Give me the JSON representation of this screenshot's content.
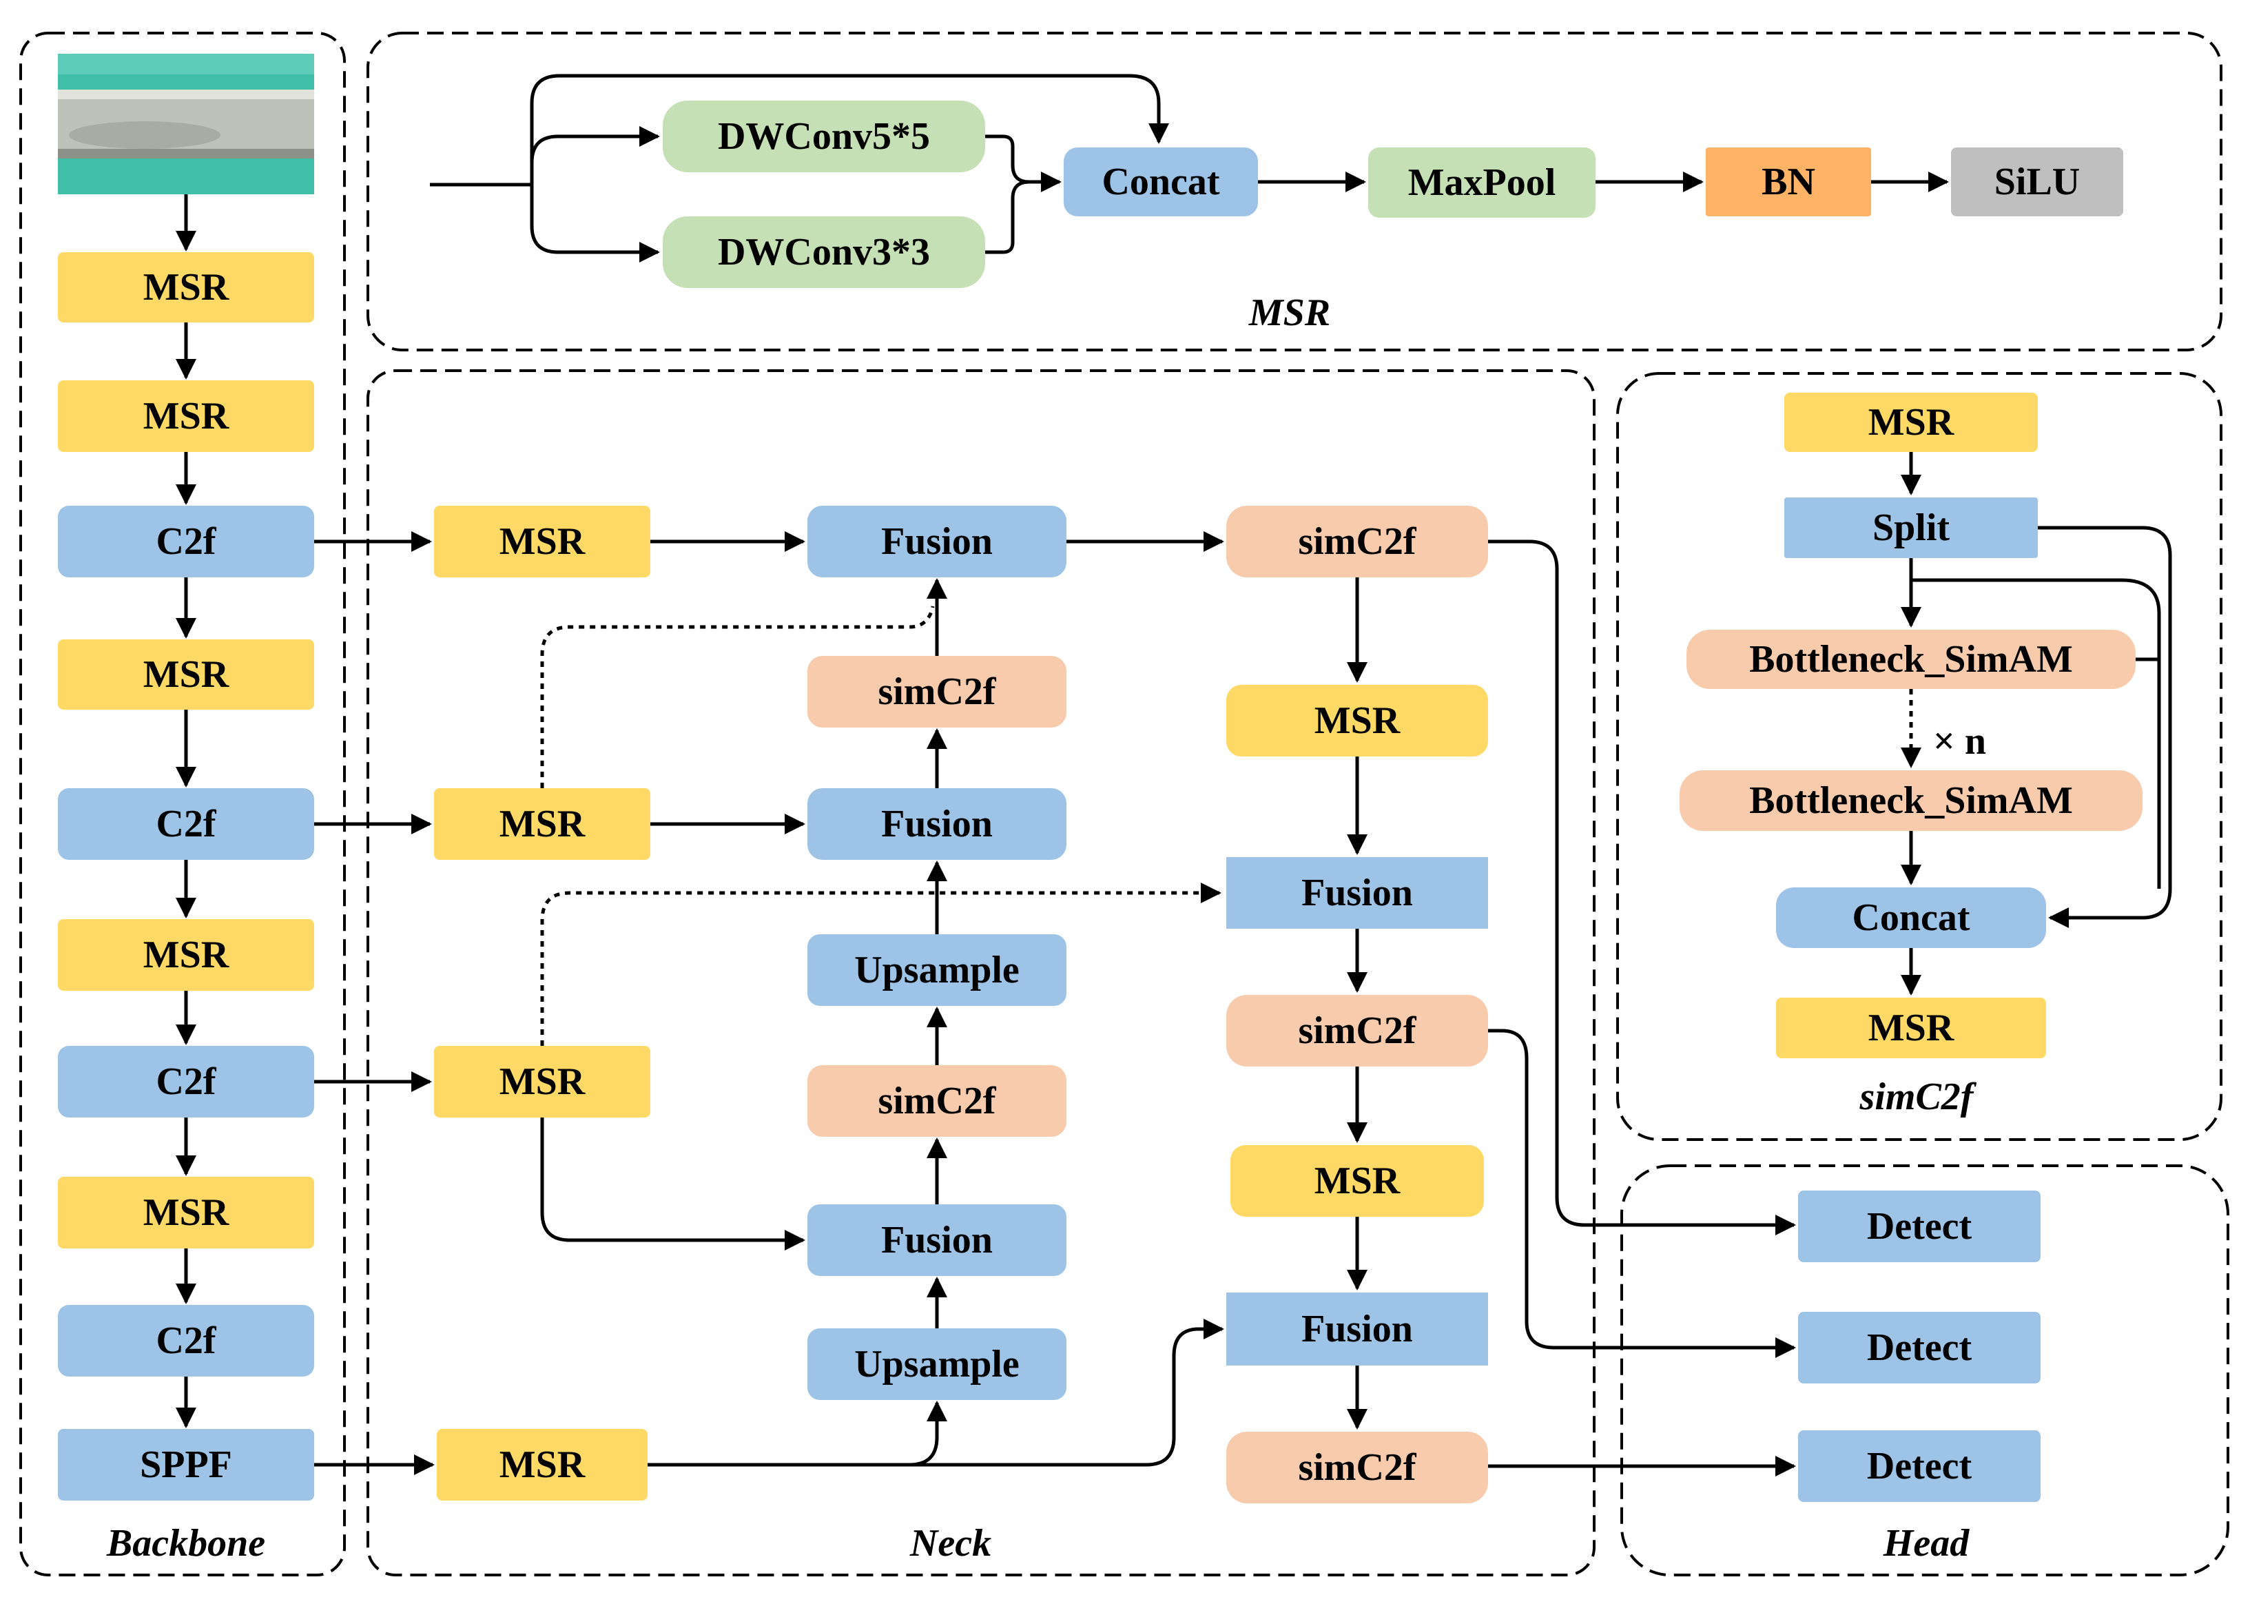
{
  "colors": {
    "yellow": "#FFD966",
    "blue": "#9DC3E6",
    "peach": "#F8CBAD",
    "green": "#C5E0B4",
    "orange": "#FFB366",
    "gray": "#BFBFBF",
    "line": "#000000"
  },
  "sections": {
    "msr_title": "MSR",
    "backbone_title": "Backbone",
    "neck_title": "Neck",
    "simc2f_title": "simC2f",
    "head_title": "Head"
  },
  "msr_detail": {
    "dwconv5": "DWConv5*5",
    "dwconv3": "DWConv3*3",
    "concat": "Concat",
    "maxpool": "MaxPool",
    "bn": "BN",
    "silu": "SiLU"
  },
  "backbone": {
    "image": "input-image",
    "blocks": [
      "MSR",
      "MSR",
      "C2f",
      "MSR",
      "C2f",
      "MSR",
      "C2f",
      "MSR",
      "C2f",
      "SPPF"
    ]
  },
  "neck": {
    "msr_inputs": [
      "MSR",
      "MSR",
      "MSR",
      "MSR"
    ],
    "middle": [
      "Fusion",
      "simC2f",
      "Fusion",
      "Upsample",
      "simC2f",
      "Fusion",
      "Upsample"
    ],
    "right": [
      "simC2f",
      "MSR",
      "Fusion",
      "simC2f",
      "MSR",
      "Fusion",
      "simC2f"
    ]
  },
  "simc2f_detail": {
    "msr_top": "MSR",
    "split": "Split",
    "bottleneck1": "Bottleneck_SimAM",
    "repeat": "× n",
    "bottleneck2": "Bottleneck_SimAM",
    "concat": "Concat",
    "msr_bottom": "MSR"
  },
  "head": {
    "detect": [
      "Detect",
      "Detect",
      "Detect"
    ]
  }
}
